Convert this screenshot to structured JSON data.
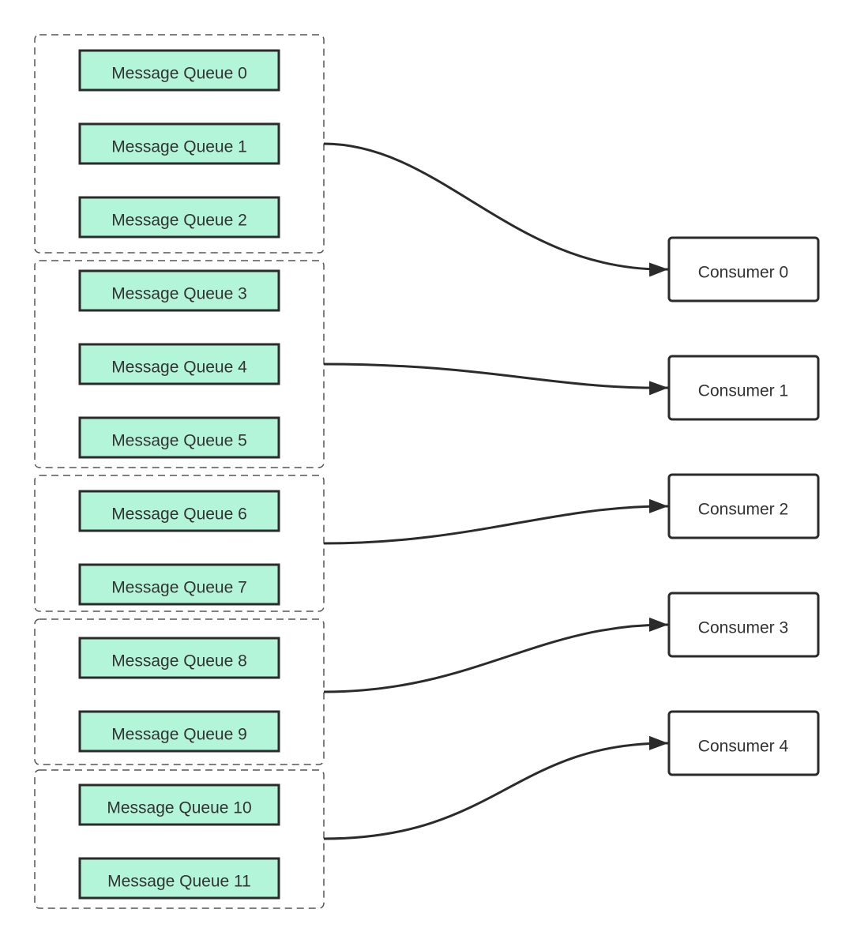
{
  "queues": [
    {
      "label": "Message Queue 0"
    },
    {
      "label": "Message Queue 1"
    },
    {
      "label": "Message Queue 2"
    },
    {
      "label": "Message Queue 3"
    },
    {
      "label": "Message Queue 4"
    },
    {
      "label": "Message Queue 5"
    },
    {
      "label": "Message Queue 6"
    },
    {
      "label": "Message Queue 7"
    },
    {
      "label": "Message Queue 8"
    },
    {
      "label": "Message Queue 9"
    },
    {
      "label": "Message Queue 10"
    },
    {
      "label": "Message Queue 11"
    }
  ],
  "consumers": [
    {
      "label": "Consumer 0"
    },
    {
      "label": "Consumer 1"
    },
    {
      "label": "Consumer 2"
    },
    {
      "label": "Consumer 3"
    },
    {
      "label": "Consumer 4"
    }
  ],
  "groups": [
    {
      "queues": [
        0,
        1,
        2
      ],
      "consumer": 0
    },
    {
      "queues": [
        3,
        4,
        5
      ],
      "consumer": 1
    },
    {
      "queues": [
        6,
        7
      ],
      "consumer": 2
    },
    {
      "queues": [
        8,
        9
      ],
      "consumer": 3
    },
    {
      "queues": [
        10,
        11
      ],
      "consumer": 4
    }
  ],
  "colors": {
    "queue_fill": "#b3f5d9",
    "stroke": "#2b2b2b",
    "text": "#333333"
  }
}
